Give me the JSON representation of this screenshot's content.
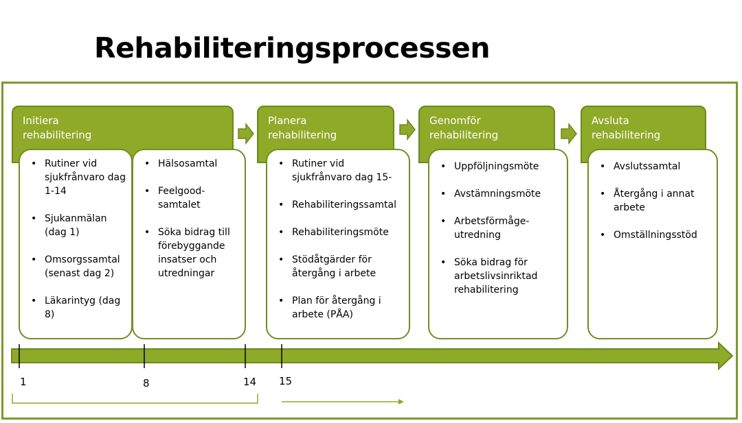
{
  "title": "Rehabiliteringsprocessen",
  "colors": {
    "accent_green": "#8fa928",
    "dark_green": "#6a8a1e",
    "text_white": "#ffffff"
  },
  "phases": [
    {
      "label_line1": "Initiera",
      "label_line2": "rehabilitering"
    },
    {
      "label_line1": "Planera",
      "label_line2": "rehabilitering"
    },
    {
      "label_line1": "Genomför",
      "label_line2": "rehabilitering"
    },
    {
      "label_line1": "Avsluta",
      "label_line2": "rehabilitering"
    }
  ],
  "boxes": {
    "initiera_a": [
      "Rutiner vid sjukfrånvaro dag 1-14",
      "Sjukanmälan (dag 1)",
      "Omsorgssamtal (senast dag 2)",
      "Läkarintyg (dag 8)"
    ],
    "initiera_b": [
      "Hälsosamtal",
      "Feelgood-samtalet",
      "Söka bidrag till förebyggande insatser och utredningar"
    ],
    "planera": [
      "Rutiner vid sjukfrånvaro dag 15-",
      "Rehabiliteringssamtal",
      "Rehabiliteringsmöte",
      "Stödåtgärder för återgång i arbete",
      "Plan för återgång i arbete (PÅA)"
    ],
    "genomfor": [
      "Uppföljningsmöte",
      "Avstämningsmöte",
      "Arbetsförmåge-utredning",
      "Söka bidrag för arbetslivsinriktad rehabilitering"
    ],
    "avsluta": [
      "Avslutssamtal",
      "Återgång i annat arbete",
      "Omställningsstöd"
    ]
  },
  "timeline": {
    "ticks": [
      "1",
      "8",
      "14",
      "15"
    ]
  }
}
